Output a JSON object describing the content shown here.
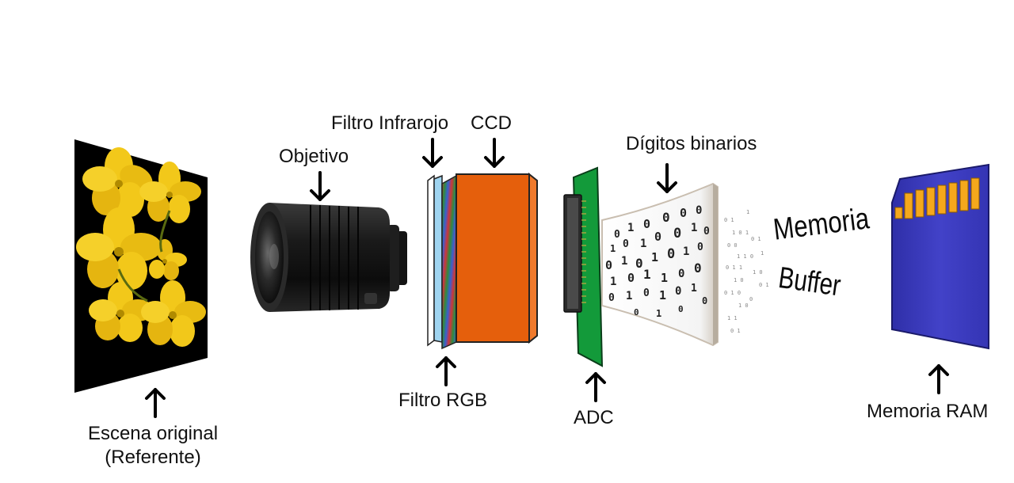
{
  "labels": {
    "escena_line1": "Escena original",
    "escena_line2": "(Referente)",
    "objetivo": "Objetivo",
    "filtro_infrarojo": "Filtro Infrarojo",
    "ccd": "CCD",
    "filtro_rgb": "Filtro RGB",
    "adc": "ADC",
    "digitos_binarios": "Dígitos binarios",
    "memoria_buffer_line1": "Memoria",
    "memoria_buffer_line2": "Buffer",
    "memoria_ram": "Memoria RAM"
  },
  "colors": {
    "scene_background": "#000000",
    "flower": "#f2c81a",
    "flower_center": "#b08a00",
    "lens_body": "#1c1c1c",
    "ir_filter": "#9fd4f0",
    "ccd_front": "#e55f0c",
    "ccd_side": "#f07a2c",
    "adc_board": "#139a3a",
    "sd_card": "#3e3ec4",
    "sd_contacts": "#f5a81c"
  }
}
